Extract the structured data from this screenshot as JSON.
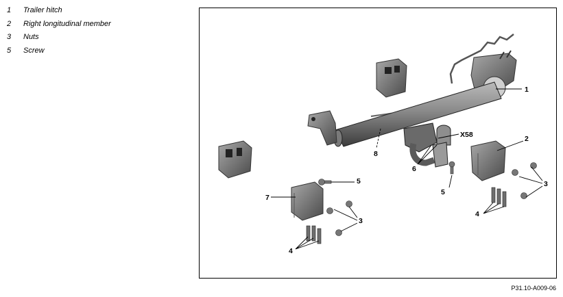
{
  "legend": [
    {
      "num": "1",
      "label": "Trailer hitch"
    },
    {
      "num": "2",
      "label": "Right longitudinal member"
    },
    {
      "num": "3",
      "label": "Nuts"
    },
    {
      "num": "5",
      "label": "Screw"
    }
  ],
  "callouts": {
    "c1": "1",
    "c2": "2",
    "c3a": "3",
    "c3b": "3",
    "c4a": "4",
    "c4b": "4",
    "c5a": "5",
    "c5b": "5",
    "c6": "6",
    "c7": "7",
    "c8": "8",
    "x58": "X58"
  },
  "figure_ref": "P31.10-A009-06"
}
